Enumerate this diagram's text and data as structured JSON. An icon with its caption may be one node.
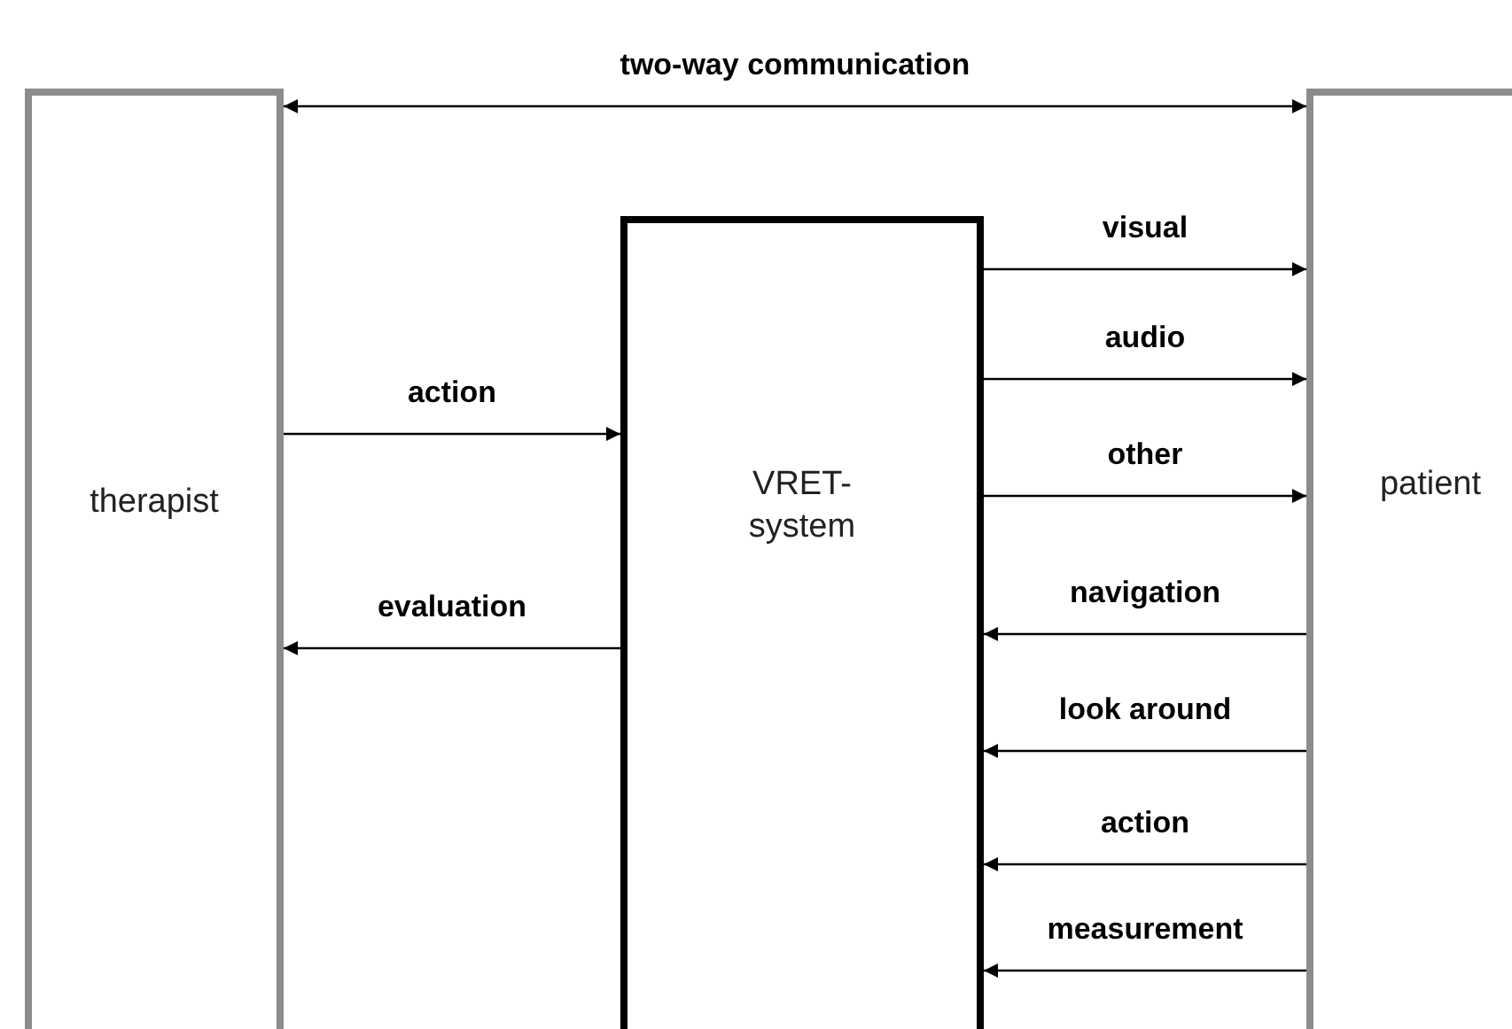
{
  "diagram": {
    "nodes": [
      {
        "text": [
          "therapist"
        ]
      },
      {
        "text": [
          "VRET- system"
        ]
      },
      {
        "text": [
          "patient"
        ]
      }
    ],
    "edges": [
      {
        "from": 0,
        "to": 2,
        "arrow": "both",
        "label": "two-way communication"
      },
      {
        "from": 0,
        "to": 1,
        "arrow": "to",
        "label": "action"
      },
      {
        "from": 1,
        "to": 0,
        "arrow": "to",
        "label": "evaluation"
      },
      {
        "from": 1,
        "to": 2,
        "arrow": "to",
        "label": "visual"
      },
      {
        "from": 1,
        "to": 2,
        "arrow": "to",
        "label": "audio"
      },
      {
        "from": 1,
        "to": 2,
        "arrow": "to",
        "label": "other"
      },
      {
        "from": 2,
        "to": 1,
        "arrow": "to",
        "label": "navigation"
      },
      {
        "from": 2,
        "to": 1,
        "arrow": "to",
        "label": "look around"
      },
      {
        "from": 2,
        "to": 1,
        "arrow": "to",
        "label": "action"
      },
      {
        "from": 2,
        "to": 1,
        "arrow": "to",
        "label": "measurement"
      }
    ]
  }
}
